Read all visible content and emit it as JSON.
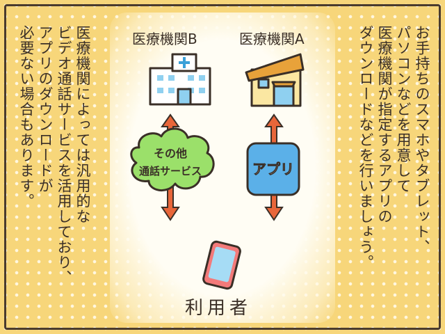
{
  "right_text": {
    "lines": [
      "お手持ちのスマホやタブレット、",
      "パソコンなどを用意して",
      "医療機関が指定するアプリの",
      "ダウンロードなどを行いましょう。"
    ]
  },
  "left_text": {
    "lines": [
      "医療機関によっては汎用的な",
      "ビデオ通話サービスを活用しており、",
      "アプリのダウンロードが",
      "必要ない場合もあります。"
    ]
  },
  "illustration": {
    "facility_b_label": "医療機関B",
    "facility_a_label": "医療機関A",
    "cloud_line1": "その他",
    "cloud_line2": "通話サービス",
    "app_label": "アプリ",
    "user_label": "利用者",
    "colors": {
      "arrow": "#e8663a",
      "app_icon": "#5bb0e8",
      "cloud": "#9be06a",
      "house_wall": "#fbe7a2",
      "house_roof": "#e8a23a",
      "phone": "#f37a7a",
      "phone_screen": "#a6dcf5"
    }
  }
}
